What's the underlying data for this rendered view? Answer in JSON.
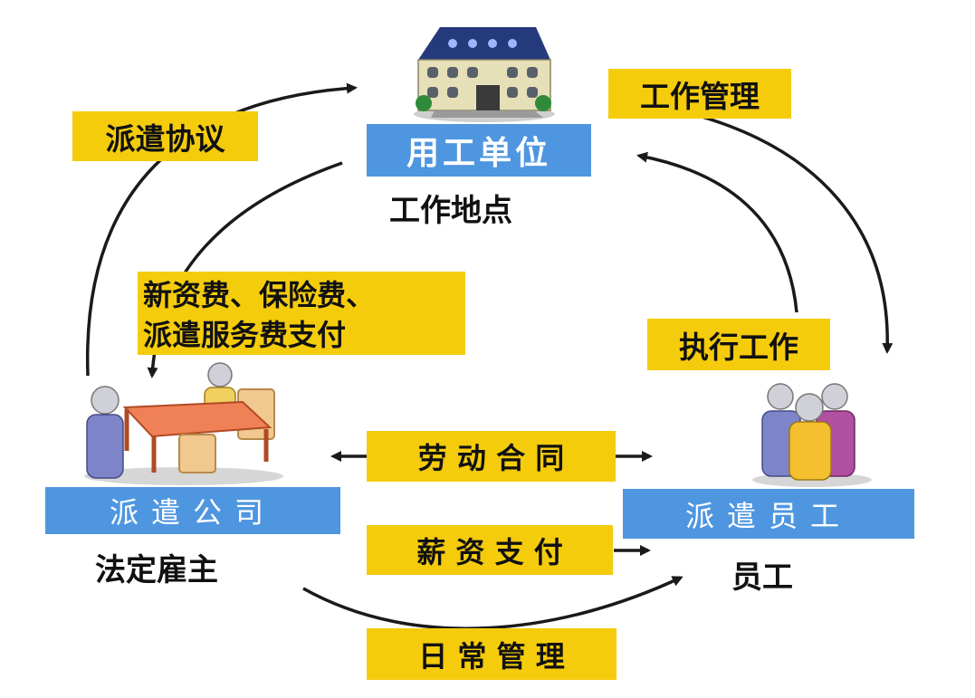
{
  "nodes": {
    "client": {
      "name": "用工单位",
      "caption": "工作地点",
      "icon": "office-building-icon"
    },
    "agency": {
      "name": "派遣公司",
      "caption": "法定雇主",
      "icon": "company-meeting-icon"
    },
    "employee": {
      "name": "派遣员工",
      "caption": "员工",
      "icon": "employees-group-icon"
    }
  },
  "edges": {
    "dispatch_agreement": "派遣协议",
    "work_management": "工作管理",
    "payments": [
      "新资费、保险费、",
      "派遣服务费支付"
    ],
    "execute_work": "执行工作",
    "labor_contract": "劳 动 合 同",
    "salary_payment": "薪 资 支 付",
    "daily_management": "日 常 管 理"
  },
  "colors": {
    "label_yellow": "#f5cc0c",
    "label_blue": "#4f96e0",
    "arrow": "#1a1a1a"
  }
}
